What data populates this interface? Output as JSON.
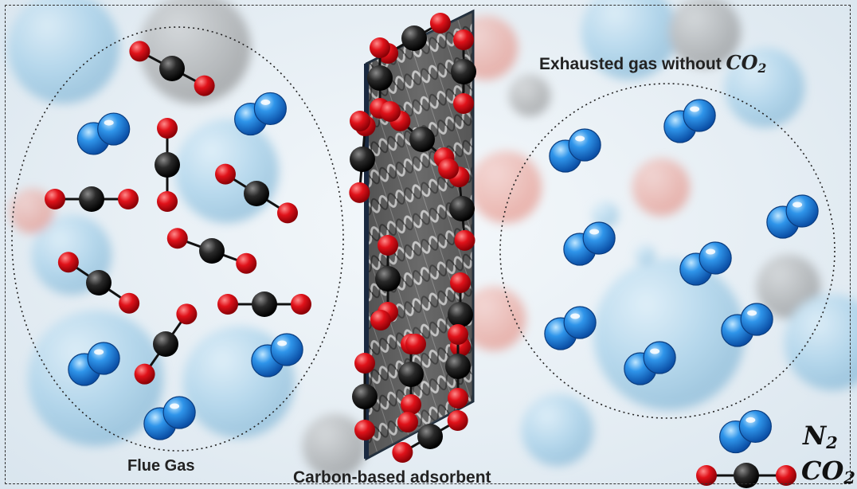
{
  "labels": {
    "flue_gas": "Flue Gas",
    "adsorbent": "Carbon-based adsorbent",
    "exhausted_prefix": "Exhausted gas without ",
    "exhausted_formula_main": "CO",
    "exhausted_formula_sub": "2"
  },
  "legend": {
    "n2_main": "N",
    "n2_sub": "2",
    "co2_main": "CO",
    "co2_sub": "2"
  },
  "colors": {
    "nitrogen_blue": "#1e7fd8",
    "oxygen_red": "#e0121a",
    "carbon_black": "#1a1a1a",
    "adsorbent_gray": "#6b6b6b"
  }
}
